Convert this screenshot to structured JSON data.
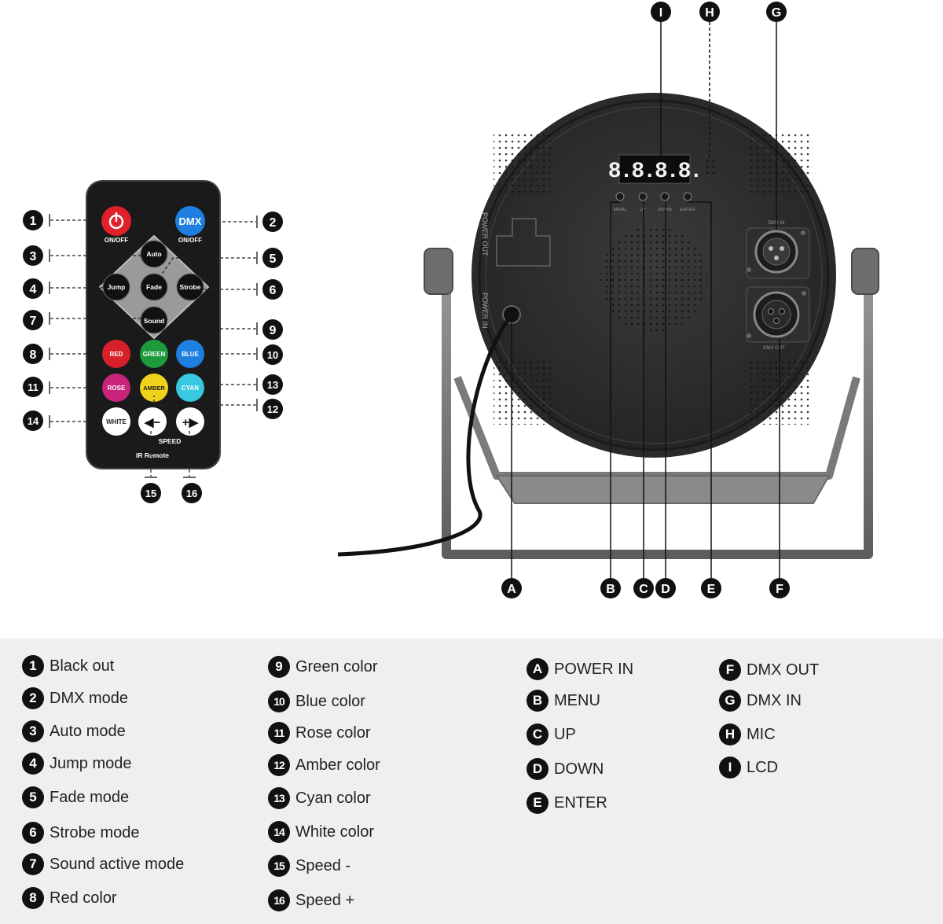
{
  "remote": {
    "power_sub": "ON/OFF",
    "dmx_label": "DMX",
    "dmx_sub": "ON/OFF",
    "auto": "Auto",
    "jump": "Jump",
    "fade": "Fade",
    "strobe": "Strobe",
    "sound": "Sound",
    "red": "RED",
    "green": "GREEN",
    "blue": "BLUE",
    "rose": "ROSE",
    "amber": "AMBER",
    "cyan": "CYAN",
    "white": "WHITE",
    "speed_minus": "◀−",
    "speed_plus": "+▶",
    "speed_label": "SPEED",
    "model": "IR Remote"
  },
  "device": {
    "display": "8.8.8.8.",
    "btn_menu": "MENU",
    "btn_up": "UP",
    "btn_down": "DOWN",
    "btn_enter": "ENTER",
    "power_out": "POWER OUT",
    "power_in": "POWER IN",
    "dmx_in": "DMX IN",
    "dmx_out": "DMX OUT"
  },
  "callouts": {
    "n1": "1",
    "n2": "2",
    "n3": "3",
    "n4": "4",
    "n5": "5",
    "n6": "6",
    "n7": "7",
    "n8": "8",
    "n9": "9",
    "n10": "10",
    "n11": "11",
    "n12": "12",
    "n13": "13",
    "n14": "14",
    "n15": "15",
    "n16": "16",
    "A": "A",
    "B": "B",
    "C": "C",
    "D": "D",
    "E": "E",
    "F": "F",
    "G": "G",
    "H": "H",
    "I": "I"
  },
  "legend": {
    "col1": [
      {
        "badge": "1",
        "text": "Black out"
      },
      {
        "badge": "2",
        "text": "DMX mode"
      },
      {
        "badge": "3",
        "text": "Auto mode"
      },
      {
        "badge": "4",
        "text": "Jump mode"
      },
      {
        "badge": "5",
        "text": "Fade mode"
      },
      {
        "badge": "6",
        "text": "Strobe mode"
      },
      {
        "badge": "7",
        "text": "Sound active mode"
      },
      {
        "badge": "8",
        "text": "Red color"
      }
    ],
    "col2": [
      {
        "badge": "9",
        "text": "Green color"
      },
      {
        "badge": "10",
        "text": "Blue color"
      },
      {
        "badge": "11",
        "text": "Rose color"
      },
      {
        "badge": "12",
        "text": "Amber color"
      },
      {
        "badge": "13",
        "text": "Cyan color"
      },
      {
        "badge": "14",
        "text": "White color"
      },
      {
        "badge": "15",
        "text": "Speed -"
      },
      {
        "badge": "16",
        "text": "Speed +"
      }
    ],
    "col3": [
      {
        "badge": "A",
        "text": "POWER IN"
      },
      {
        "badge": "B",
        "text": "MENU"
      },
      {
        "badge": "C",
        "text": "UP"
      },
      {
        "badge": "D",
        "text": "DOWN"
      },
      {
        "badge": "E",
        "text": "ENTER"
      }
    ],
    "col4": [
      {
        "badge": "F",
        "text": "DMX OUT"
      },
      {
        "badge": "G",
        "text": "DMX IN"
      },
      {
        "badge": "H",
        "text": "MIC"
      },
      {
        "badge": "I",
        "text": "LCD"
      }
    ]
  },
  "colors": {
    "red": "#d8202a",
    "green": "#1d9a3c",
    "blue": "#1f7fe0",
    "rose": "#c8247a",
    "amber": "#f0d21a",
    "cyan": "#38c9e0",
    "dmx": "#1f7fe0",
    "power": "#e0202a"
  }
}
